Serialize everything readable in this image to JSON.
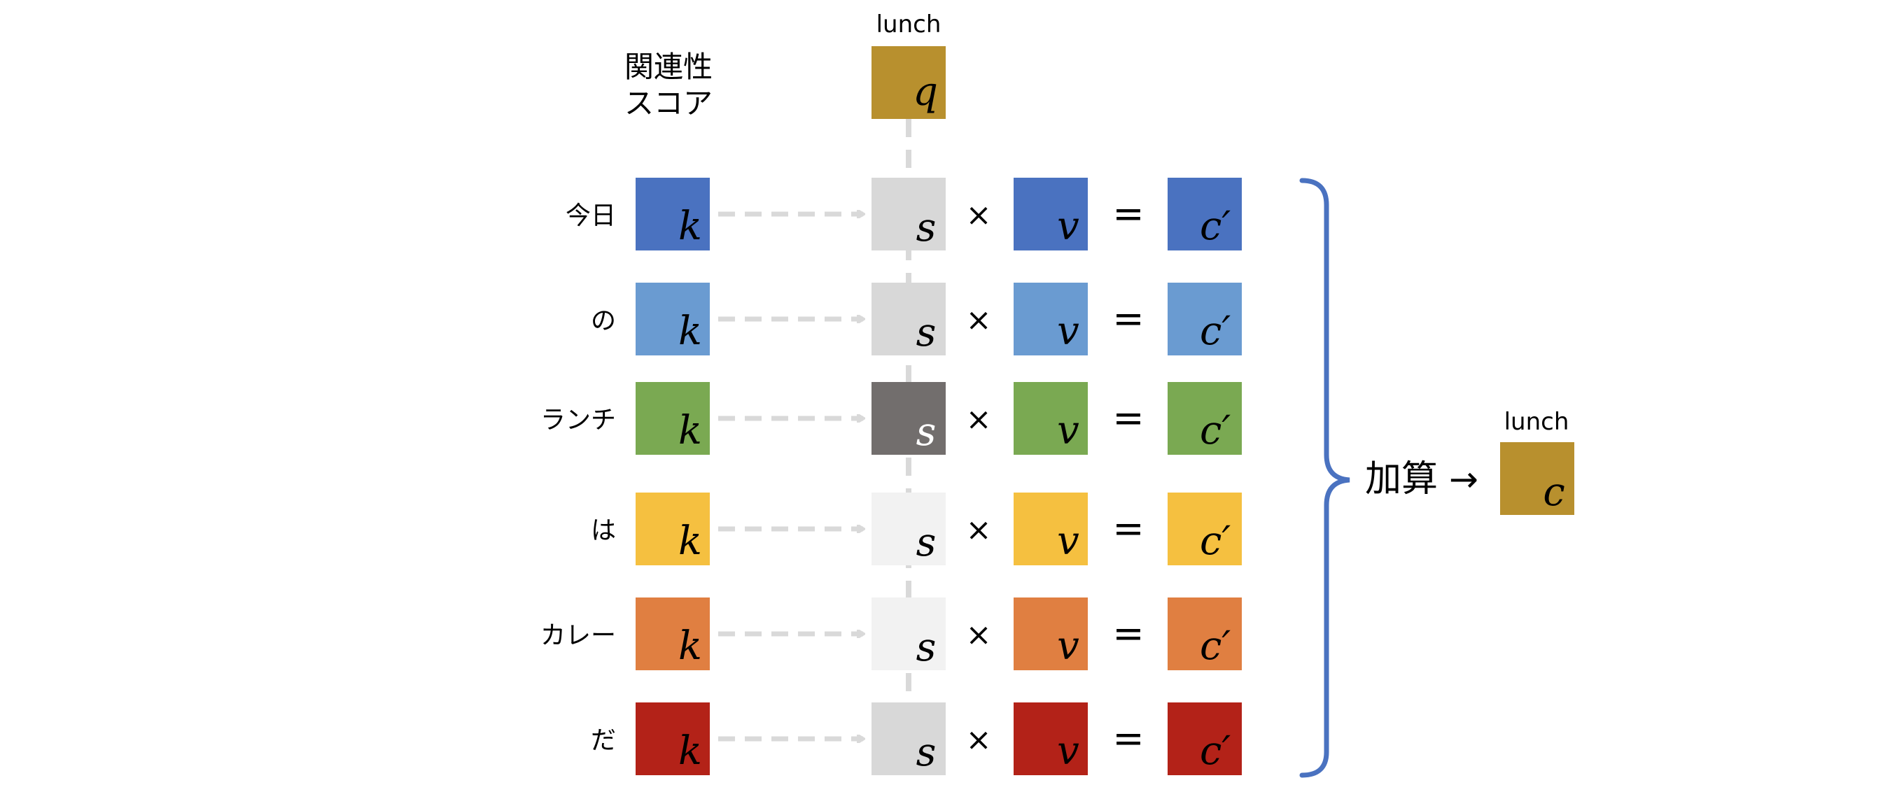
{
  "header": {
    "score_label_line1": "関連性",
    "score_label_line2": "スコア",
    "query_word": "lunch",
    "query_symbol": "q"
  },
  "symbols": {
    "key": "k",
    "score": "s",
    "value": "v",
    "context_partial": "c′",
    "times": "×",
    "equals": "="
  },
  "rows": [
    {
      "word": "今日",
      "color": "#4A72C0",
      "score_color": "#D8D8D8"
    },
    {
      "word": "の",
      "color": "#6A9BD1",
      "score_color": "#D8D8D8"
    },
    {
      "word": "ランチ",
      "color": "#7AA952",
      "score_color": "#726E6D",
      "score_text_color": "#FFFFFF"
    },
    {
      "word": "は",
      "color": "#F5C040",
      "score_color": "#F2F2F2"
    },
    {
      "word": "カレー",
      "color": "#E07F41",
      "score_color": "#F2F2F2"
    },
    {
      "word": "だ",
      "color": "#B32218",
      "score_color": "#D8D8D8"
    }
  ],
  "result": {
    "sum_label": "加算",
    "arrow": "→",
    "output_word": "lunch",
    "output_symbol": "c"
  },
  "colors": {
    "query": "#B8902E",
    "output": "#B8902E",
    "brace": "#4A72C0",
    "dashed": "#D9D9D9"
  }
}
